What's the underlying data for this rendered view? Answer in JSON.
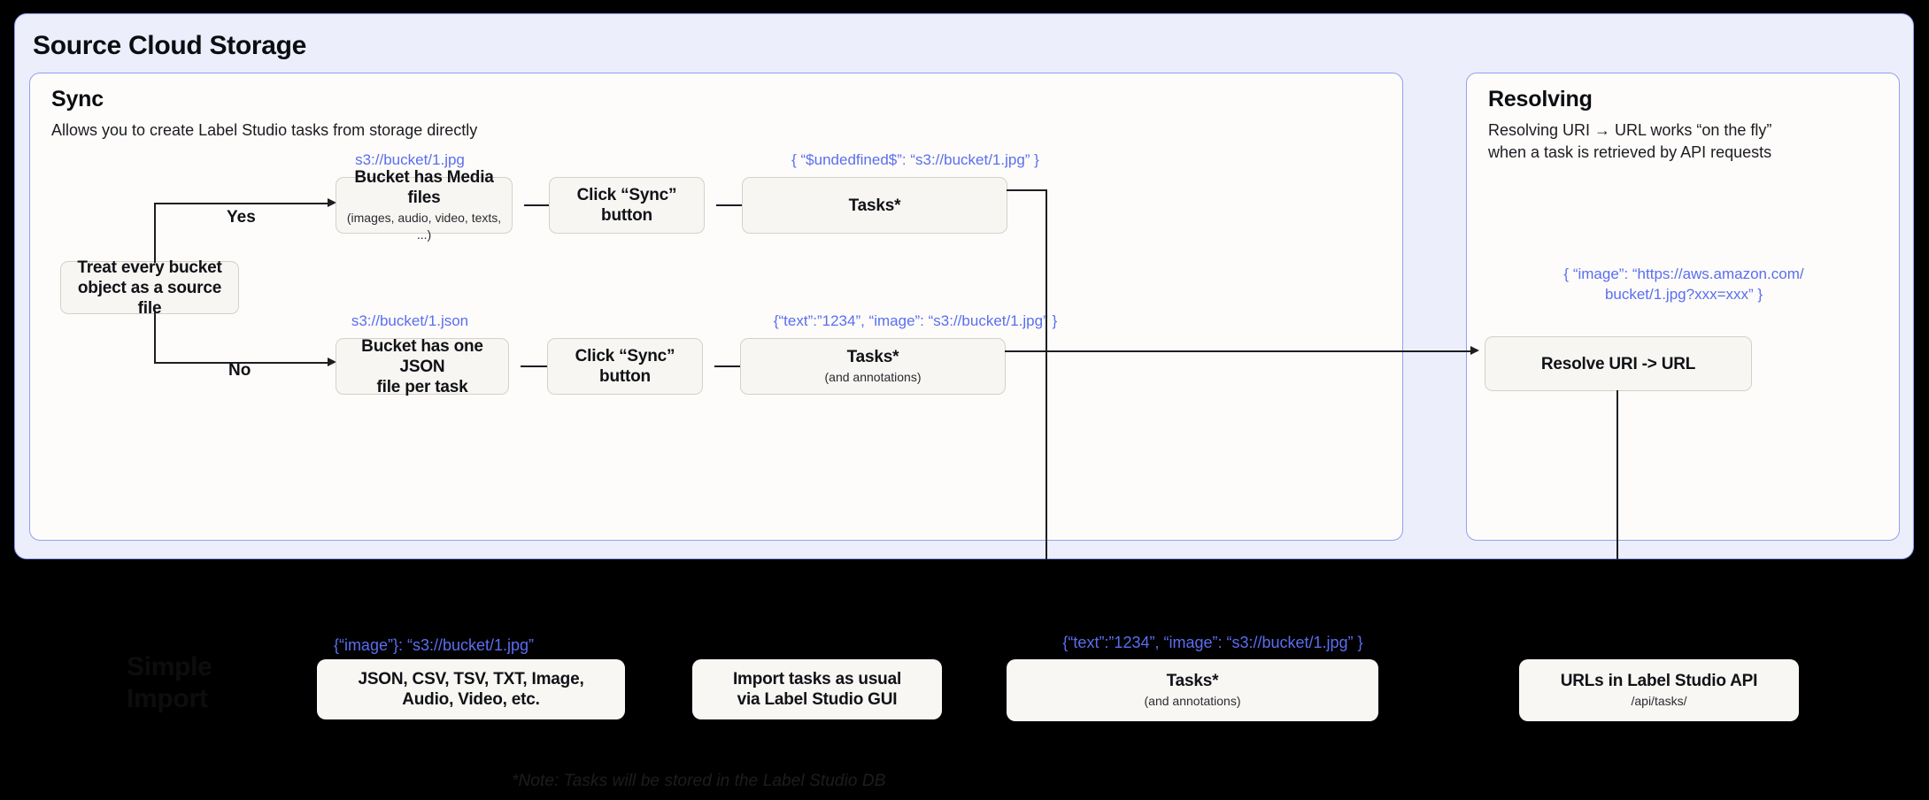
{
  "outer": {
    "title": "Source Cloud Storage"
  },
  "sync_panel": {
    "title": "Sync",
    "subtitle": "Allows you to create Label Studio tasks from storage directly",
    "decision": {
      "label": "Treat every bucket\nobject as a source file"
    },
    "branch_labels": {
      "yes": "Yes",
      "no": "No"
    },
    "row_media": {
      "annotation_source": "s3://bucket/1.jpg",
      "box_title": "Bucket has Media files",
      "box_sub": "(images, audio, video, texts, ...)",
      "sync_button": "Click “Sync” button",
      "annotation_tasks": "{ “$undedfined$”: “s3://bucket/1.jpg” }",
      "tasks_title": "Tasks*"
    },
    "row_json": {
      "annotation_source": "s3://bucket/1.json",
      "box_title": "Bucket has one JSON\nfile per task",
      "sync_button": "Click “Sync” button",
      "annotation_tasks": "{“text”:”1234”,  “image”: “s3://bucket/1.jpg” }",
      "tasks_title": "Tasks*",
      "tasks_sub": "(and annotations)"
    }
  },
  "resolve_panel": {
    "title": "Resolving",
    "subtitle": "Resolving URI → URL works “on the fly”\nwhen a task is retrieved by API requests",
    "annotation": "{ “image”: “https://aws.amazon.com/\nbucket/1.jpg?xxx=xxx” }",
    "box_title": "Resolve URI -> URL"
  },
  "bottom": {
    "section_label": "Simple\nImport",
    "annotation_formats": "{“image”}: “s3://bucket/1.jpg”",
    "formats_box": "JSON, CSV, TSV, TXT, Image,\nAudio, Video, etc.",
    "import_box": "Import tasks as usual\nvia Label Studio GUI",
    "annotation_tasks": "{“text”:”1234”,  “image”: “s3://bucket/1.jpg” }",
    "tasks_title": "Tasks*",
    "tasks_sub": "(and annotations)",
    "api_title": "URLs in Label Studio API",
    "api_sub": "/api/tasks/",
    "note": "*Note: Tasks will be stored in the Label Studio DB"
  },
  "colors": {
    "outer_panel_bg": "#eceefc",
    "outer_panel_border": "#8d9bf0",
    "panel_bg": "#fdfcfa",
    "panel_border": "#93a0ef",
    "node_bg": "#f7f6f3",
    "node_border": "#d6d1c6",
    "annotation_blue": "#5a6ef0",
    "background": "#000000"
  }
}
